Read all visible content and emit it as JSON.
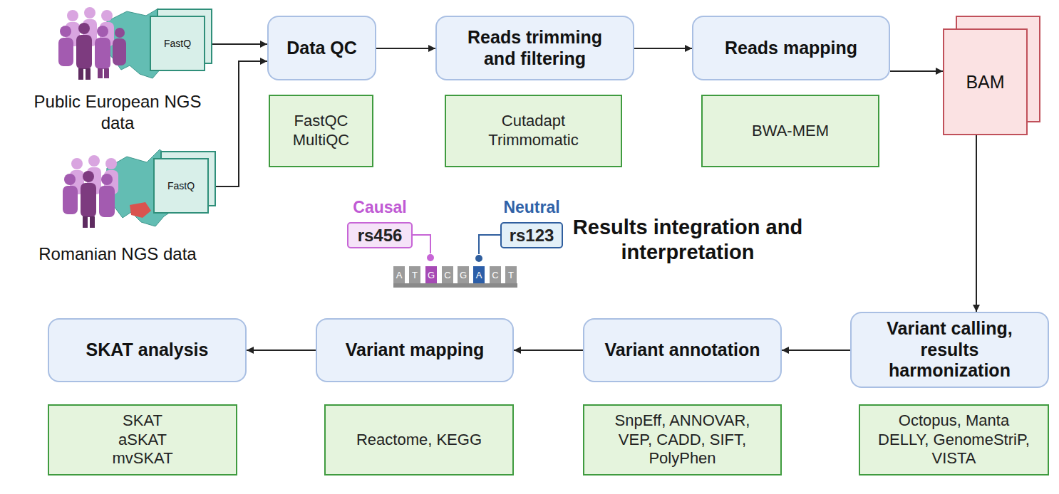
{
  "diagram": {
    "nodes": [
      {
        "text": [
          "FastQ"
        ]
      },
      {
        "text": [
          "FastQ"
        ]
      },
      {
        "text": [
          "Data QC"
        ]
      },
      {
        "text": [
          "FastQC MultiQC"
        ]
      },
      {
        "text": [
          "Reads trimming and filtering"
        ]
      },
      {
        "text": [
          "Cutadapt Trimmomatic"
        ]
      },
      {
        "text": [
          "Reads mapping"
        ]
      },
      {
        "text": [
          "BWA-MEM"
        ]
      },
      {
        "text": [
          "BAM"
        ]
      },
      {
        "text": [
          "Causal",
          "rs456"
        ]
      },
      {
        "text": [
          "Neutral",
          "rs123"
        ]
      },
      {
        "text": [
          "Variant calling, results harmonization"
        ]
      },
      {
        "text": [
          "Octopus, Manta DELLY, GenomeStriP, VISTA"
        ]
      },
      {
        "text": [
          "Variant annotation"
        ]
      },
      {
        "text": [
          "SnpEff, ANNOVAR, VEP, CADD, SIFT, PolyPhen"
        ]
      },
      {
        "text": [
          "Variant mapping"
        ]
      },
      {
        "text": [
          "Reactome, KEGG"
        ]
      },
      {
        "text": [
          "SKAT analysis"
        ]
      },
      {
        "text": [
          "SKAT aSKAT mvSKAT"
        ]
      }
    ],
    "edges": [
      {
        "from": 0,
        "to": 2,
        "arrow": "to"
      },
      {
        "from": 1,
        "to": 2,
        "arrow": "to"
      },
      {
        "from": 2,
        "to": 4,
        "arrow": "to"
      },
      {
        "from": 4,
        "to": 6,
        "arrow": "to"
      },
      {
        "from": 6,
        "to": 8,
        "arrow": "to"
      },
      {
        "from": 8,
        "to": 11,
        "arrow": "to"
      },
      {
        "from": 11,
        "to": 13,
        "arrow": "to"
      },
      {
        "from": 13,
        "to": 15,
        "arrow": "to"
      },
      {
        "from": 15,
        "to": 17,
        "arrow": "to"
      }
    ],
    "labels": [
      "Public European NGS data",
      "Romanian NGS data",
      "Results integration and interpretation",
      "A",
      "T",
      "G",
      "C",
      "G",
      "A",
      "C",
      "T"
    ]
  }
}
